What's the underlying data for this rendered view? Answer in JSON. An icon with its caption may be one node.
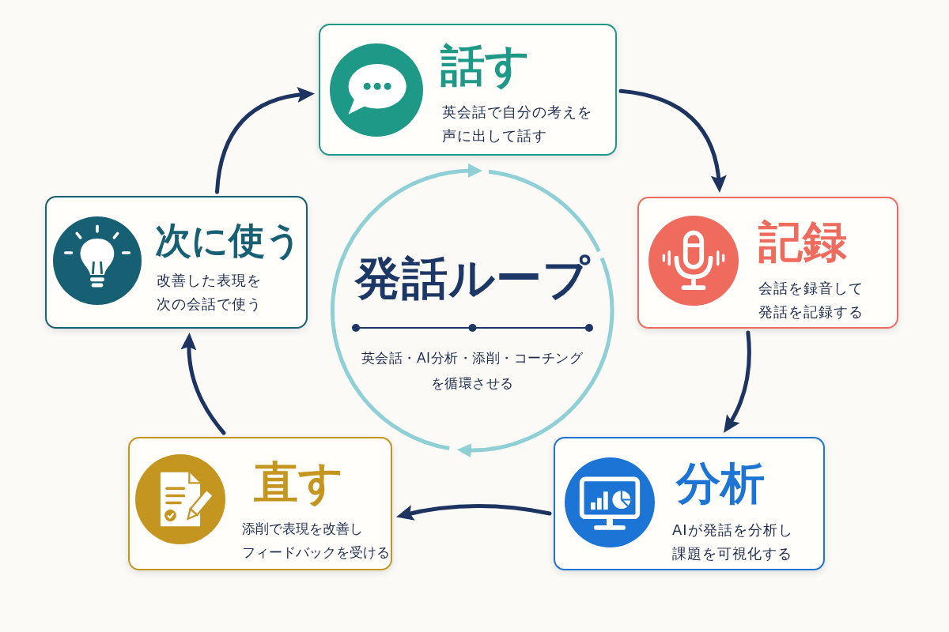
{
  "diagram": {
    "nodes": [
      {
        "text": [
          "話す",
          "英会話で自分の考えを声に出して話す"
        ]
      },
      {
        "text": [
          "記録",
          "会話を録音して発話を記録する"
        ]
      },
      {
        "text": [
          "分析",
          "AIが発話を分析し課題を可視化する"
        ]
      },
      {
        "text": [
          "直す",
          "添削で表現を改善しフィードバックを受ける"
        ]
      },
      {
        "text": [
          "次に使う",
          "改善した表現を次の会話で使う"
        ]
      },
      {
        "text": [
          "発話ループ",
          "英会話・AI分析・添削・コーチングを循環させる"
        ]
      }
    ],
    "edges": [
      {
        "from": 0,
        "to": 1,
        "arrow": "to"
      },
      {
        "from": 1,
        "to": 2,
        "arrow": "to"
      },
      {
        "from": 2,
        "to": 3,
        "arrow": "to"
      },
      {
        "from": 3,
        "to": 4,
        "arrow": "to"
      },
      {
        "from": 4,
        "to": 0,
        "arrow": "to"
      }
    ]
  }
}
